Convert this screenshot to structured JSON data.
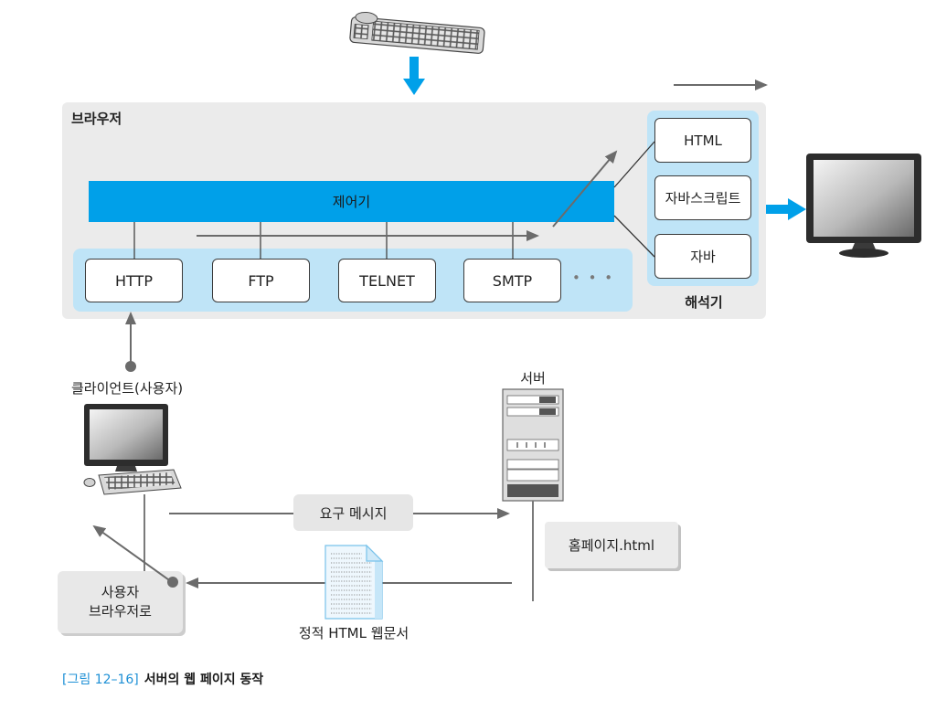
{
  "browser": {
    "title": "브라우저",
    "controller": "제어기",
    "protocols": [
      "HTTP",
      "FTP",
      "TELNET",
      "SMTP"
    ],
    "more": "• • •",
    "interpreter_title": "해석기",
    "interpreters": [
      "HTML",
      "자바스크립트",
      "자바"
    ]
  },
  "client": {
    "label": "클라이언트(사용자)",
    "return_box": [
      "사용자",
      "브라우저로"
    ]
  },
  "server": {
    "label": "서버",
    "file": "홈페이지.html"
  },
  "flow": {
    "request": "요구 메시지",
    "document": "정적 HTML 웹문서"
  },
  "caption": {
    "number": "[그림 12–16]",
    "title": "서버의 웹 페이지 동작"
  },
  "icons": {
    "input": "keyboard-icon",
    "output": "monitor-icon",
    "client": "desktop-computer-icon",
    "server": "server-tower-icon",
    "document": "document-icon"
  },
  "colors": {
    "accent_blue": "#00a0e9",
    "panel_blue": "#bfe4f7",
    "browser_background": "#ebebeb",
    "arrow_gray": "#6b6b6b",
    "caption_blue": "#1e90d6"
  }
}
